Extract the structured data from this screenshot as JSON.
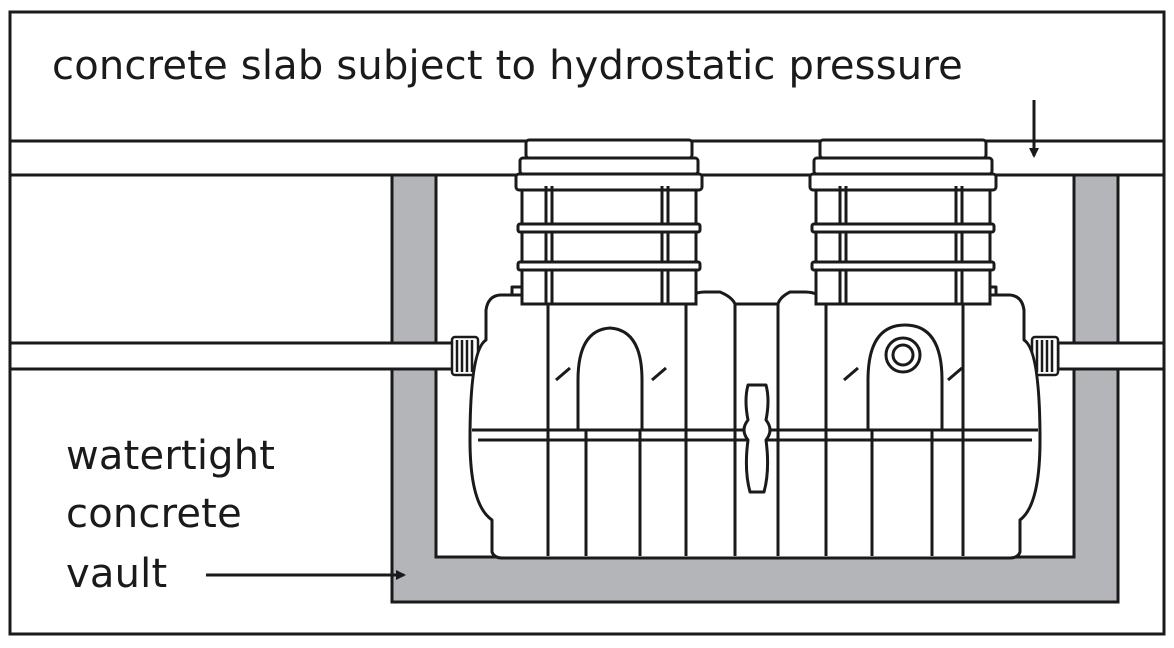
{
  "labels": {
    "slab": "concrete slab subject to hydrostatic pressure",
    "vault": [
      "watertight",
      "concrete",
      "vault"
    ]
  },
  "colors": {
    "line": "#1a1a1a",
    "vault_fill": "#b4b5b8",
    "background": "#ffffff"
  }
}
